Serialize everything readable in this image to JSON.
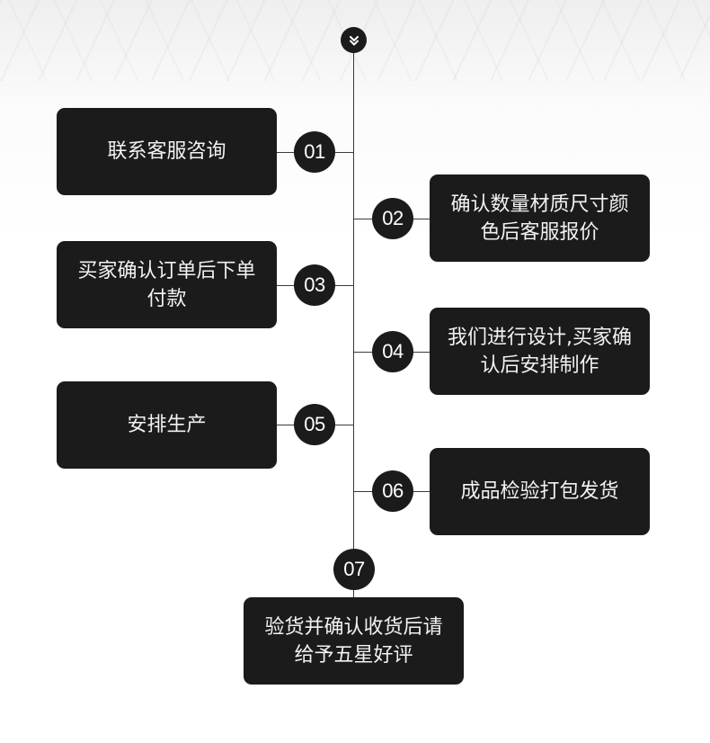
{
  "icons": {
    "top_marker": "double-chevron-down-icon"
  },
  "steps": [
    {
      "number": "01",
      "text": "联系客服咨询"
    },
    {
      "number": "02",
      "text": "确认数量材质尺寸颜色后客服报价"
    },
    {
      "number": "03",
      "text": "买家确认订单后下单付款"
    },
    {
      "number": "04",
      "text": "我们进行设计,买家确认后安排制作"
    },
    {
      "number": "05",
      "text": "安排生产"
    },
    {
      "number": "06",
      "text": "成品检验打包发货"
    },
    {
      "number": "07",
      "text": "验货并确认收货后请给予五星好评"
    }
  ]
}
